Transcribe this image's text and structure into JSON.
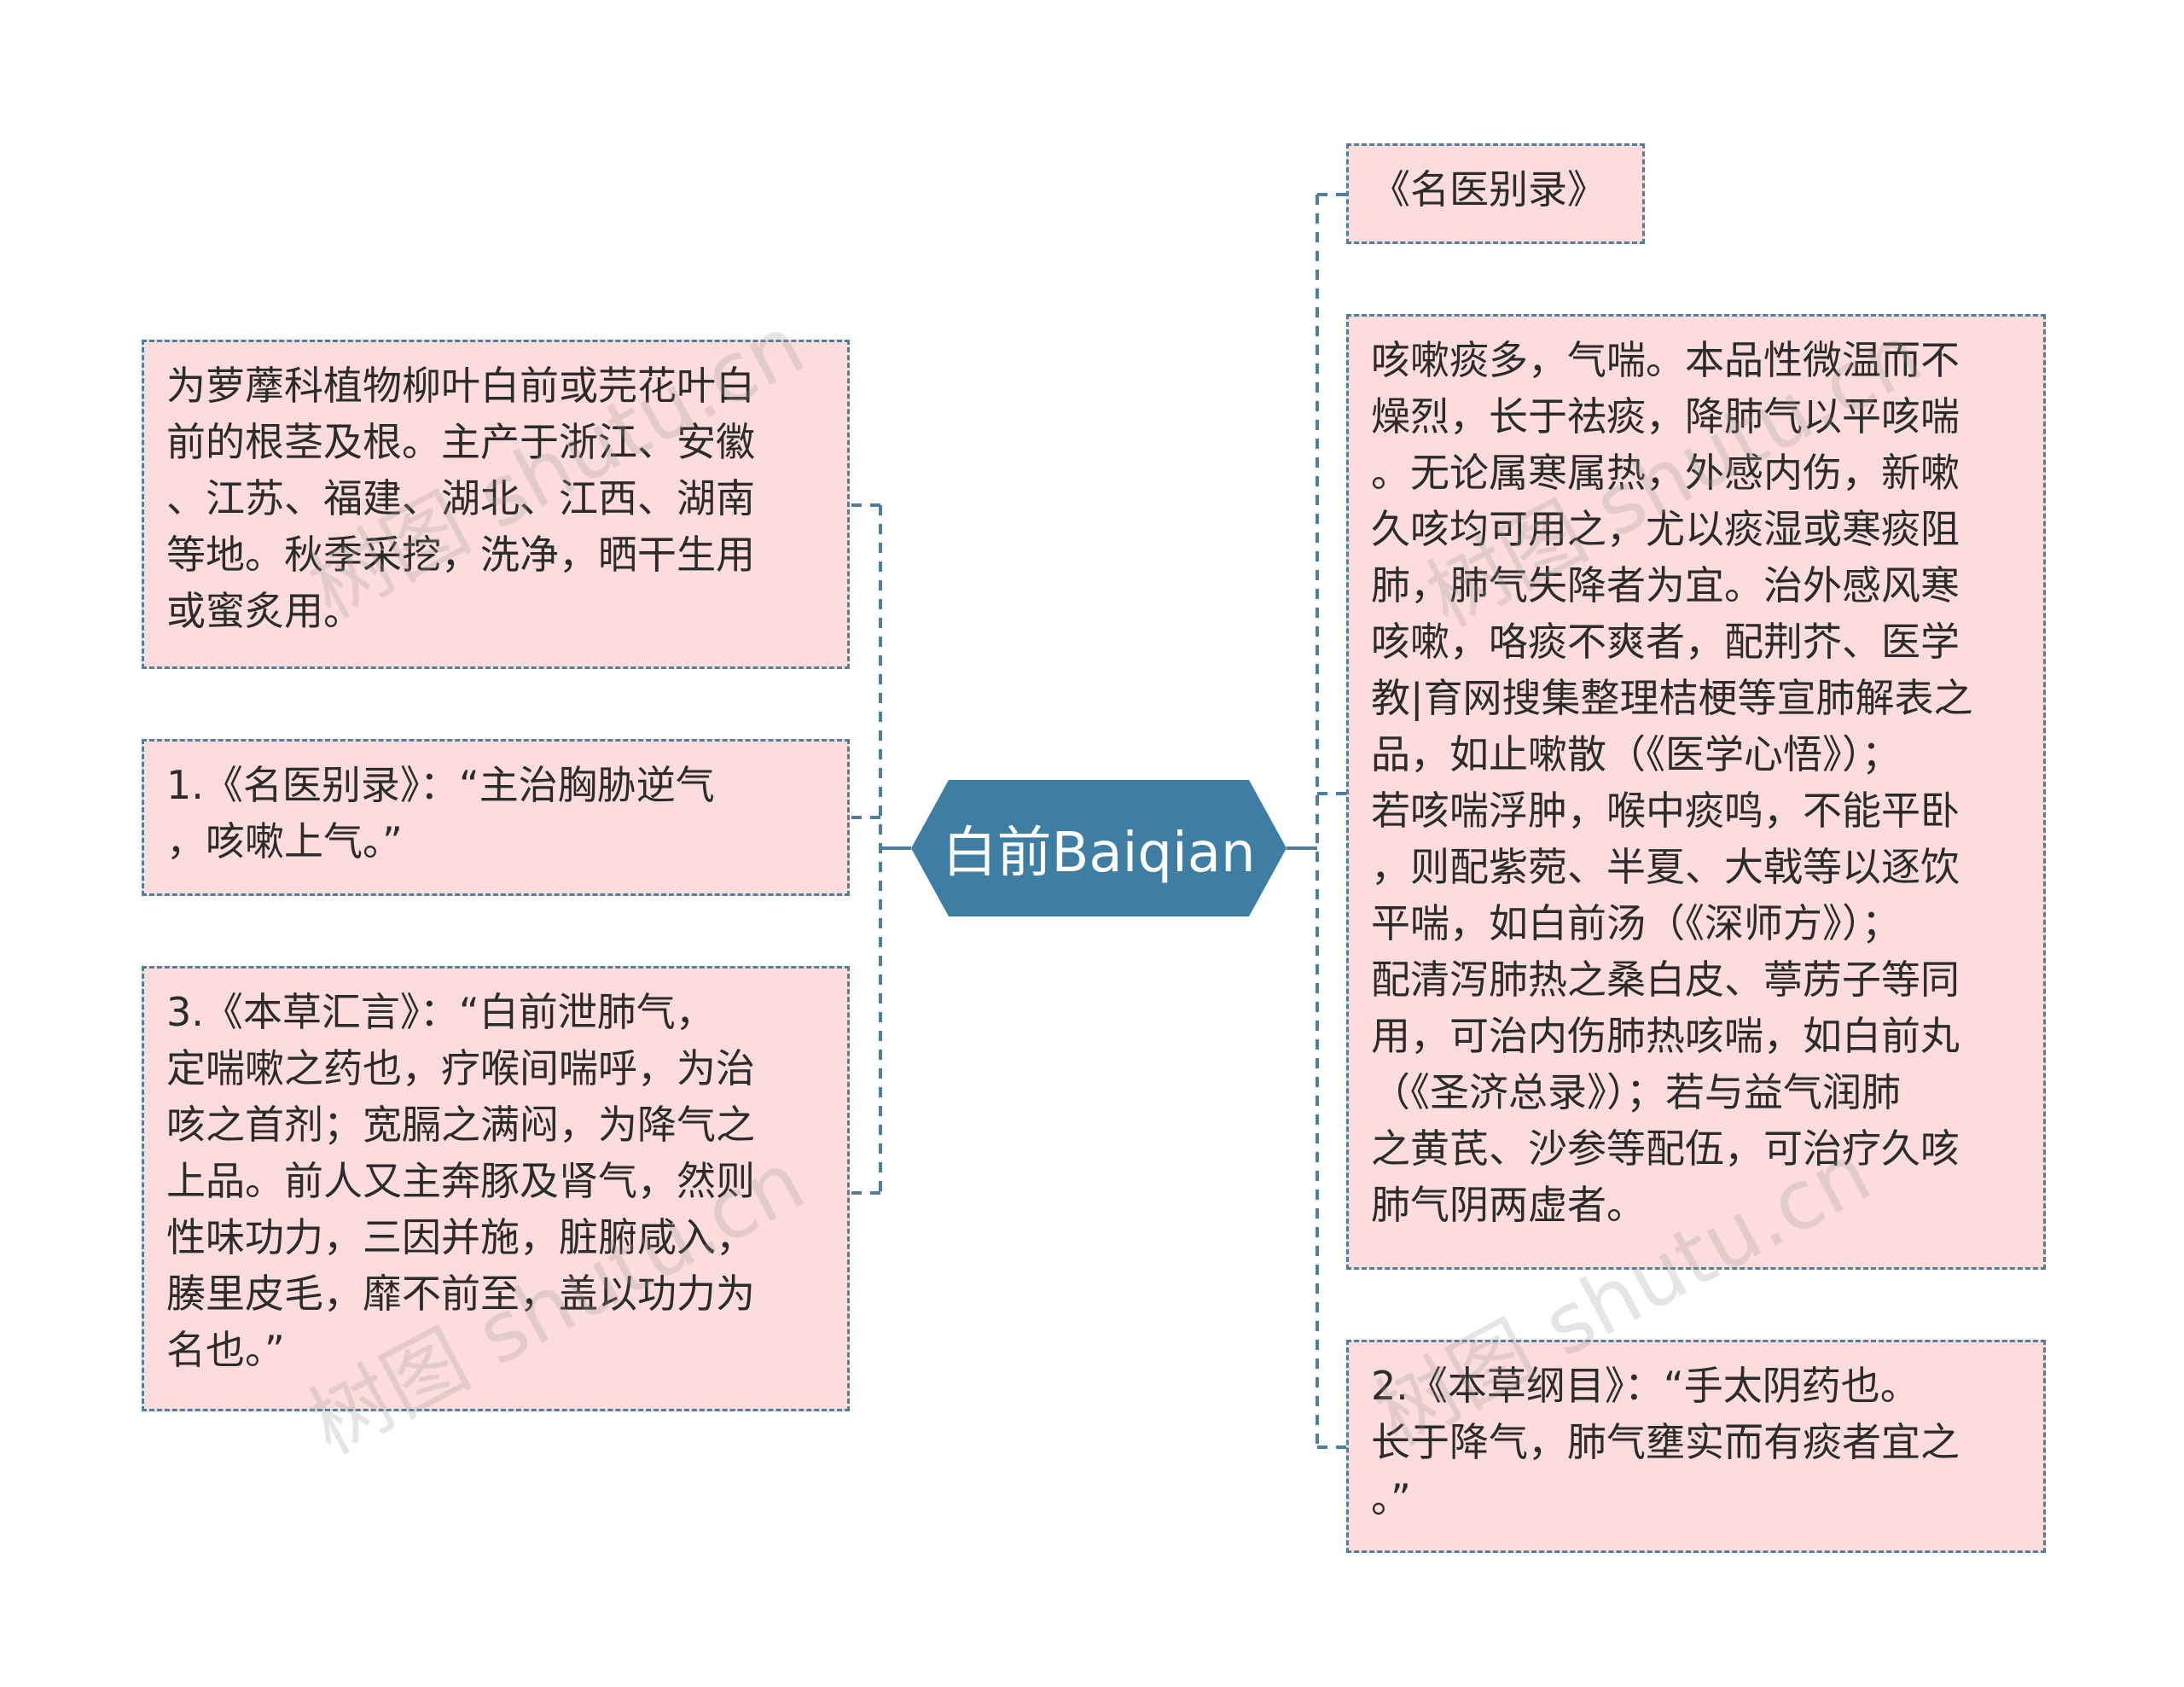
{
  "center": {
    "label": "白前Baiqian"
  },
  "left_nodes": [
    {
      "text": "为萝藦科植物柳叶白前或芫花叶白\n前的根茎及根。主产于浙江、安徽\n、江苏、福建、湖北、江西、湖南\n等地。秋季采挖，洗净，晒干生用\n或蜜炙用。"
    },
    {
      "text": "1.《名医别录》：“主治胸胁逆气\n，咳嗽上气。”"
    },
    {
      "text": "3.《本草汇言》：“白前泄肺气，\n定喘嗽之药也，疗喉间喘呼，为治\n咳之首剂；宽膈之满闷，为降气之\n上品。前人又主奔豚及肾气，然则\n性味功力，三因并施，脏腑咸入，\n腠里皮毛，靡不前至，盖以功力为\n名也。”"
    }
  ],
  "right_nodes": [
    {
      "text": "《名医别录》"
    },
    {
      "text": "咳嗽痰多，气喘。本品性微温而不\n燥烈，长于祛痰，降肺气以平咳喘\n。无论属寒属热，外感内伤，新嗽\n久咳均可用之，尤以痰湿或寒痰阻\n肺，肺气失降者为宜。治外感风寒\n咳嗽，咯痰不爽者，配荆芥、医学\n教|育网搜集整理桔梗等宣肺解表之\n品，如止嗽散（《医学心悟》）；\n若咳喘浮肿，喉中痰鸣，不能平卧\n，则配紫菀、半夏、大戟等以逐饮\n平喘，如白前汤（《深师方》）；\n配清泻肺热之桑白皮、葶苈子等同\n用，可治内伤肺热咳喘，如白前丸\n（《圣济总录》）；若与益气润肺\n之黄芪、沙参等配伍，可治疗久咳\n肺气阴两虚者。"
    },
    {
      "text": "2.《本草纲目》：“手太阴药也。\n长于降气，肺气壅实而有痰者宜之\n。”"
    }
  ],
  "watermarks": [
    "树图 shutu.cn",
    "树图 shutu.cn",
    "树图 shutu.cn",
    "树图 shutu.cn"
  ],
  "colors": {
    "center_fill": "#3e7ea3",
    "node_fill": "#fcdcdc",
    "line": "#4f7f9a"
  }
}
